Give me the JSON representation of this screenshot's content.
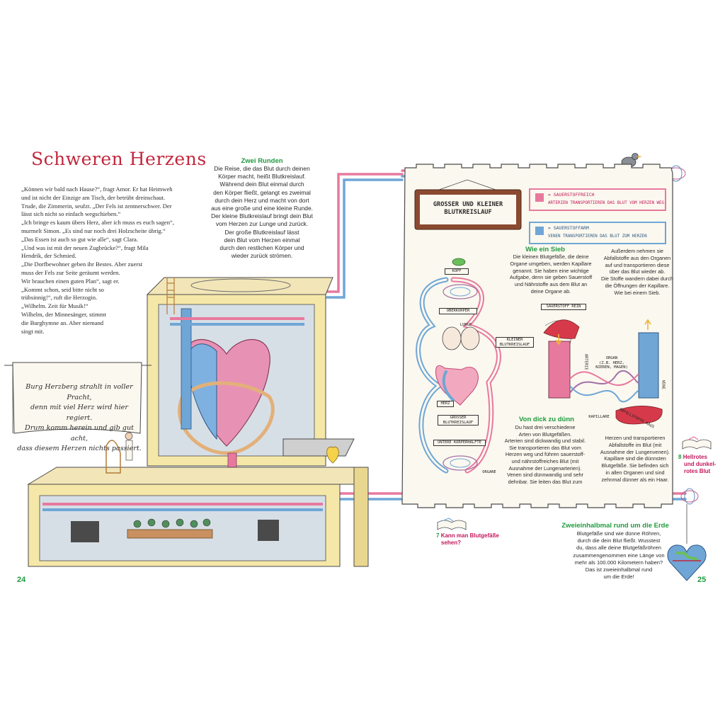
{
  "colors": {
    "title_red": "#c2273d",
    "heading_green": "#1f9a3e",
    "artery_pink": "#e8799e",
    "vein_blue": "#6fa6d6",
    "ref_pink": "#c2185b"
  },
  "left_page": {
    "title": "Schweren Herzens",
    "story": [
      "„Können wir bald nach Hause?“, fragt Amor. Er hat Heimweh",
      "und ist nicht der Einzige am Tisch, der betrübt dreinschaut.",
      "Trude, die Zimmerin, seufzt. „Der Fels ist zentnerschwer. Der",
      "lässt sich nicht so einfach wegschieben.“",
      "„Ich bringe es kaum übers Herz, aber ich muss es euch sagen“,",
      "murmelt Simon. „Es sind nur noch drei Holzscheite übrig.“",
      "„Das Essen ist auch so gut wie alle“, sagt Clara.",
      "„Und was ist mit der neuen Zugbrücke?“, fragt Mila",
      "Hendrik, der Schmied.",
      "„Die Dorfbewohner geben ihr Bestes. Aber zuerst",
      "muss der Fels zur Seite geräumt werden.",
      "Wir brauchen einen guten Plan“, sagt er.",
      "„Kommt schon, seid bitte nicht so",
      "trübsinnig!“, ruft die Herzogin.",
      "„Wilhelm. Zeit für Musik!“",
      "Wilhelm, der Minnesänger, stimmt",
      "die Burghymne an. Aber niemand",
      "singt mit."
    ],
    "banner": [
      "Burg Herzberg strahlt in voller Pracht,",
      "denn mit viel Herz wird hier regiert.",
      "Drum komm herein und gib gut acht,",
      "dass diesem Herzen nichts passiert."
    ],
    "zwei_runden": {
      "heading": "Zwei Runden",
      "lines": [
        "Die Reise, die das Blut durch deinen",
        "Körper macht, heißt Blutkreislauf.",
        "Während dein Blut einmal durch",
        "den Körper fließt, gelangt es zweimal",
        "durch dein Herz und macht von dort",
        "aus eine große und eine kleine Runde.",
        "Der kleine Blutkreislauf bringt dein Blut",
        "vom Herzen zur Lunge und zurück.",
        "Der große Blutkreislauf lässt",
        "dein Blut vom Herzen einmal",
        "durch den restlichen Körper und",
        "wieder zurück strömen."
      ]
    },
    "page_number": "24"
  },
  "right_page": {
    "sign": [
      "GROSSER UND KLEINER",
      "BLUTKREISLAUF"
    ],
    "legend": {
      "red": {
        "label": "= SAUERSTOFFREICH",
        "desc": "ARTERIEN TRANSPORTIEREN DAS BLUT VOM HERZEN WEG"
      },
      "blue": {
        "label": "= SAUERSTOFFARM",
        "desc": "VENEN TRANSPORTIEREN DAS BLUT ZUM HERZEN"
      }
    },
    "diagram_labels": {
      "kopf": "KOPF",
      "oberkoerper": "OBERKÖRPER",
      "lunge": "LUNGE",
      "kleiner": [
        "KLEINER",
        "BLUTKREISLAUF"
      ],
      "herz": "HERZ",
      "grosser": [
        "GROSSER",
        "BLUTKREISLAUF"
      ],
      "unterer": "UNTERE KÖRPERHÄLFTE",
      "organe": "ORGANE",
      "sauerstoff_rein": "SAUERSTOFF REIN",
      "arterie": "ARTERIE",
      "vene": "VENE",
      "organ": [
        "ORGAN",
        "(Z.B. HERZ,",
        "NIEREN, MAGEN)"
      ],
      "kapillare": "KAPILLARE",
      "abfall": "ABFALLSTOFFE RAUS"
    },
    "wie_ein_sieb": {
      "heading": "Wie ein Sieb",
      "left": [
        "Die kleinen Blutgefäße, die deine",
        "Organe umgeben, werden Kapillare",
        "genannt. Sie haben eine wichtige",
        "Aufgabe, denn sie geben Sauerstoff",
        "und Nährstoffe aus dem Blut an",
        "deine Organe ab."
      ],
      "right": [
        "Außerdem nehmen sie",
        "Abfallstoffe aus den Organen",
        "auf und transportieren diese",
        "über das Blut wieder ab.",
        "Die Stoffe wandern dabei durch",
        "die Öffnungen der Kapillare.",
        "Wie bei einem Sieb."
      ]
    },
    "von_dick": {
      "heading": "Von dick zu dünn",
      "left": [
        "Du hast drei verschiedene",
        "Arten von Blutgefäßen.",
        "Arterien sind dickwandig und stabil.",
        "Sie transportieren das Blut vom",
        "Herzen weg und führen sauerstoff-",
        "und nährstoffreiches Blut (mit",
        "Ausnahme der Lungenarterien).",
        "Venen sind dünnwandig und sehr",
        "dehnbar. Sie leiten das Blut zum"
      ],
      "right": [
        "Herzen und transportieren",
        "Abfallstoffe im Blut (mit",
        "Ausnahme der Lungenvenen).",
        "Kapillare sind die dünnsten",
        "Blutgefäße. Sie befinden sich",
        "in allen Organen und sind",
        "zehnmal dünner als ein Haar."
      ]
    },
    "erde": {
      "heading": "Zweieinhalbmal rund um die Erde",
      "lines": [
        "Blutgefäße sind wie dünne Röhren,",
        "durch die dein Blut fließt. Wusstest",
        "du, dass alle deine Blutgefäßröhren",
        "zusammengenommen eine Länge von",
        "mehr als 100.000 Kilometern haben?",
        "Das ist zweieinhalbmal rund",
        "um die Erde!"
      ]
    },
    "ref7": {
      "num": "7",
      "text": [
        "Kann man Blutgefäße",
        "sehen?"
      ]
    },
    "ref8": {
      "num": "8",
      "text": [
        "Hellrotes",
        "und dunkel-",
        "rotes Blut"
      ]
    },
    "page_number": "25"
  }
}
